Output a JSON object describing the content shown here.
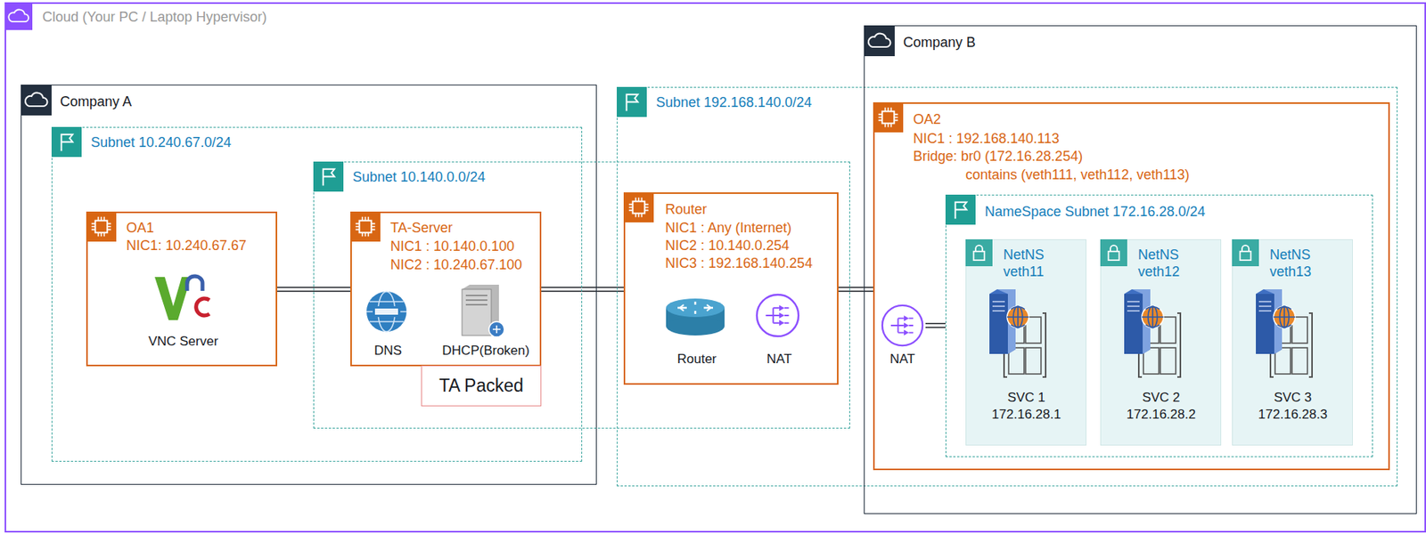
{
  "diagram": {
    "nodes": [
      {
        "text": [
          "Cloud (Your PC / Laptop Hypervisor)"
        ]
      },
      {
        "text": [
          "Company A"
        ],
        "in": 0
      },
      {
        "text": [
          "Subnet 10.240.67.0/24"
        ],
        "in": 1
      },
      {
        "text": [
          "Subnet 10.140.0.0/24"
        ],
        "in": 0
      },
      {
        "text": [
          "Subnet 192.168.140.0/24"
        ],
        "in": 0
      },
      {
        "text": [
          "Company B"
        ],
        "in": 0
      },
      {
        "text": [
          "OA1",
          "NIC1: 10.240.67.67",
          "VNC Server"
        ],
        "in": 2
      },
      {
        "text": [
          "TA-Server",
          "NIC1 : 10.140.0.100",
          "NIC2 : 10.240.67.100",
          "DNS",
          "DHCP(Broken)"
        ],
        "in": 3
      },
      {
        "text": [
          "TA Packed"
        ],
        "in": 3
      },
      {
        "text": [
          "Router",
          "NIC1 : Any (Internet)",
          "NIC2 : 10.140.0.254",
          "NIC3 : 192.168.140.254",
          "Router",
          "NAT"
        ],
        "in": 4
      },
      {
        "text": [
          "OA2",
          "NIC1 : 192.168.140.113",
          "Bridge: br0 (172.16.28.254)",
          "contains (veth111, veth112, veth113)"
        ],
        "in": 5
      },
      {
        "text": [
          "NAT"
        ],
        "in": 10
      },
      {
        "text": [
          "NameSpace Subnet 172.16.28.0/24"
        ],
        "in": 10
      },
      {
        "text": [
          "NetNS veth11",
          "SVC 1",
          "172.16.28.1"
        ],
        "in": 12
      },
      {
        "text": [
          "NetNS veth12",
          "SVC 2",
          "172.16.28.2"
        ],
        "in": 12
      },
      {
        "text": [
          "NetNS veth13",
          "SVC 3",
          "172.16.28.3"
        ],
        "in": 12
      }
    ],
    "edges": [
      {
        "from": 6,
        "to": 7,
        "arrow": "none"
      },
      {
        "from": 7,
        "to": 9,
        "arrow": "none"
      },
      {
        "from": 9,
        "to": 10,
        "arrow": "none"
      },
      {
        "from": 11,
        "to": 12,
        "arrow": "none"
      }
    ]
  }
}
